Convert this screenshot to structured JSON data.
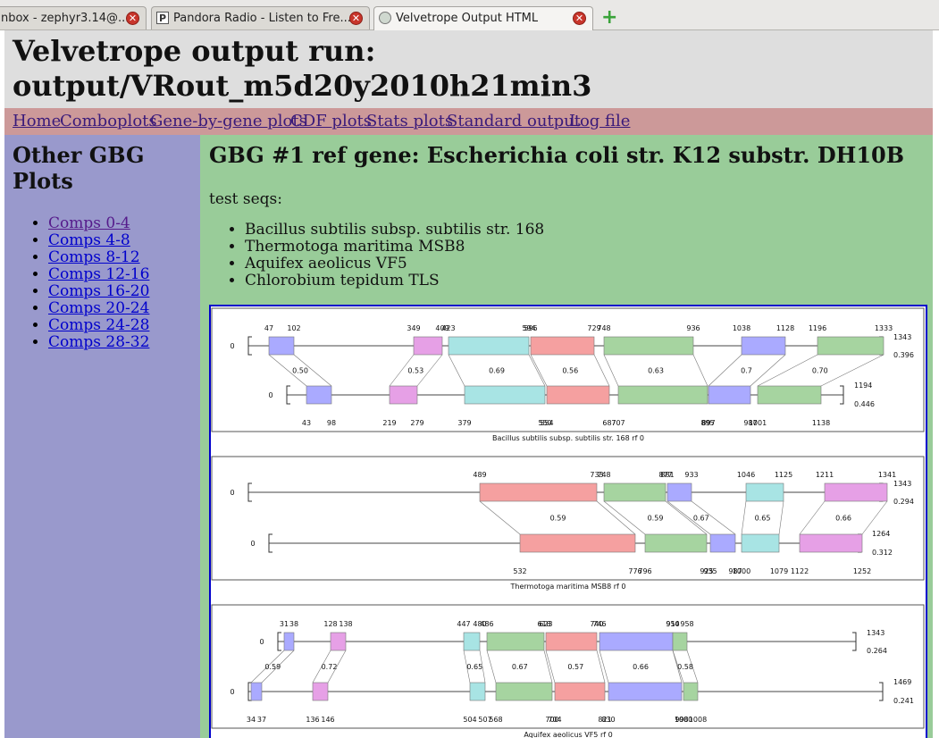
{
  "browser": {
    "tabs": [
      {
        "title": "nbox - zephyr3.14@...",
        "icon": "mail-icon",
        "active": false
      },
      {
        "title": "Pandora Radio - Listen to Fre...",
        "icon": "pandora-icon",
        "active": false
      },
      {
        "title": "Velvetrope Output HTML",
        "icon": "page-icon",
        "active": true
      }
    ]
  },
  "header": {
    "title_line1": "Velvetrope output run:",
    "title_line2": "output/VRout_m5d20y2010h21min3"
  },
  "nav": {
    "links": [
      "Home",
      "Comboplots",
      "Gene-by-gene plots",
      "CDF plots",
      "Stats plots",
      "Standard output",
      "Log file"
    ]
  },
  "sidebar": {
    "title": "Other GBG Plots",
    "links": [
      "Comps 0-4",
      "Comps 4-8",
      "Comps 8-12",
      "Comps 12-16",
      "Comps 16-20",
      "Comps 20-24",
      "Comps 24-28",
      "Comps 28-32"
    ]
  },
  "main": {
    "heading": "GBG #1 ref gene: Escherichia coli str. K12 substr. DH10B",
    "test_label": "test seqs:",
    "test_seqs": [
      "Bacillus subtilis subsp. subtilis str. 168",
      "Thermotoga maritima MSB8",
      "Aquifex aeolicus VF5",
      "Chlorobium tepidum TLS"
    ]
  },
  "colors": {
    "blue": "#aaaaff",
    "pink": "#e6a0e6",
    "cyan": "#a8e4e4",
    "red": "#f5a0a0",
    "green": "#a6d4a0"
  },
  "plots": [
    {
      "caption": "Bacillus subtilis subsp. subtilis str. 168 rf 0",
      "top": {
        "zero": "0",
        "len": "1343",
        "score": "0.396"
      },
      "bottom": {
        "zero": "0",
        "len": "1194",
        "score": "0.446"
      },
      "blocks": [
        {
          "color": "blue",
          "t": [
            "47",
            "102"
          ],
          "b": [
            "43",
            "98"
          ],
          "score": "0.50"
        },
        {
          "color": "pink",
          "t": [
            "349",
            "409"
          ],
          "b": [
            "219",
            "279"
          ],
          "score": "0.53"
        },
        {
          "color": "cyan",
          "t": [
            "423",
            "594"
          ],
          "b": [
            "379",
            "550"
          ],
          "score": "0.69"
        },
        {
          "color": "red",
          "t": [
            "596",
            "729"
          ],
          "b": [
            "554",
            "687"
          ],
          "score": "0.56"
        },
        {
          "color": "green",
          "t": [
            "748",
            "936"
          ],
          "b": [
            "707",
            "895"
          ],
          "score": "0.63"
        },
        {
          "color": "blue",
          "t": [
            "1038",
            "1128"
          ],
          "b": [
            "897",
            "987"
          ],
          "score": "0.7"
        },
        {
          "color": "green",
          "t": [
            "1196",
            "1333"
          ],
          "b": [
            "1001",
            "1138"
          ],
          "score": "0.70"
        }
      ]
    },
    {
      "caption": "Thermotoga maritima MSB8 rf 0",
      "top": {
        "zero": "0",
        "len": "1343",
        "score": "0.294"
      },
      "bottom": {
        "zero": "0",
        "len": "1264",
        "score": "0.312"
      },
      "blocks": [
        {
          "color": "red",
          "t": [
            "489",
            "733"
          ],
          "b": [
            "532",
            "776"
          ],
          "score": "0.59"
        },
        {
          "color": "green",
          "t": [
            "748",
            "877"
          ],
          "b": [
            "796",
            "925"
          ],
          "score": "0.59"
        },
        {
          "color": "blue",
          "t": [
            "881",
            "933"
          ],
          "b": [
            "935",
            "987"
          ],
          "score": "0.67"
        },
        {
          "color": "cyan",
          "t": [
            "1046",
            "1125"
          ],
          "b": [
            "1000",
            "1079"
          ],
          "score": "0.65"
        },
        {
          "color": "pink",
          "t": [
            "1211",
            "1341"
          ],
          "b": [
            "1122",
            "1252"
          ],
          "score": "0.66"
        }
      ]
    },
    {
      "caption": "Aquifex aeolicus VF5 rf 0",
      "top": {
        "zero": "0",
        "len": "1343",
        "score": "0.264"
      },
      "bottom": {
        "zero": "0",
        "len": "1469",
        "score": "0.241"
      },
      "blocks": [
        {
          "color": "blue",
          "t": [
            "31",
            "38"
          ],
          "b": [
            "34",
            "37"
          ],
          "score": "0.59"
        },
        {
          "color": "pink",
          "t": [
            "128",
            "138"
          ],
          "b": [
            "136",
            "146"
          ],
          "score": "0.72"
        },
        {
          "color": "cyan",
          "t": [
            "447",
            "480"
          ],
          "b": [
            "504",
            "507"
          ],
          "score": "0.65"
        },
        {
          "color": "green",
          "t": [
            "486",
            "618"
          ],
          "b": [
            "568",
            "700"
          ],
          "score": "0.67"
        },
        {
          "color": "red",
          "t": [
            "623",
            "740"
          ],
          "b": [
            "704",
            "821"
          ],
          "score": "0.57"
        },
        {
          "color": "blue",
          "t": [
            "746",
            "914"
          ],
          "b": [
            "830",
            "998"
          ],
          "score": "0.66"
        },
        {
          "color": "green",
          "t": [
            "950",
            "958"
          ],
          "b": [
            "1000",
            "1008"
          ],
          "score": "0.58"
        }
      ]
    }
  ]
}
